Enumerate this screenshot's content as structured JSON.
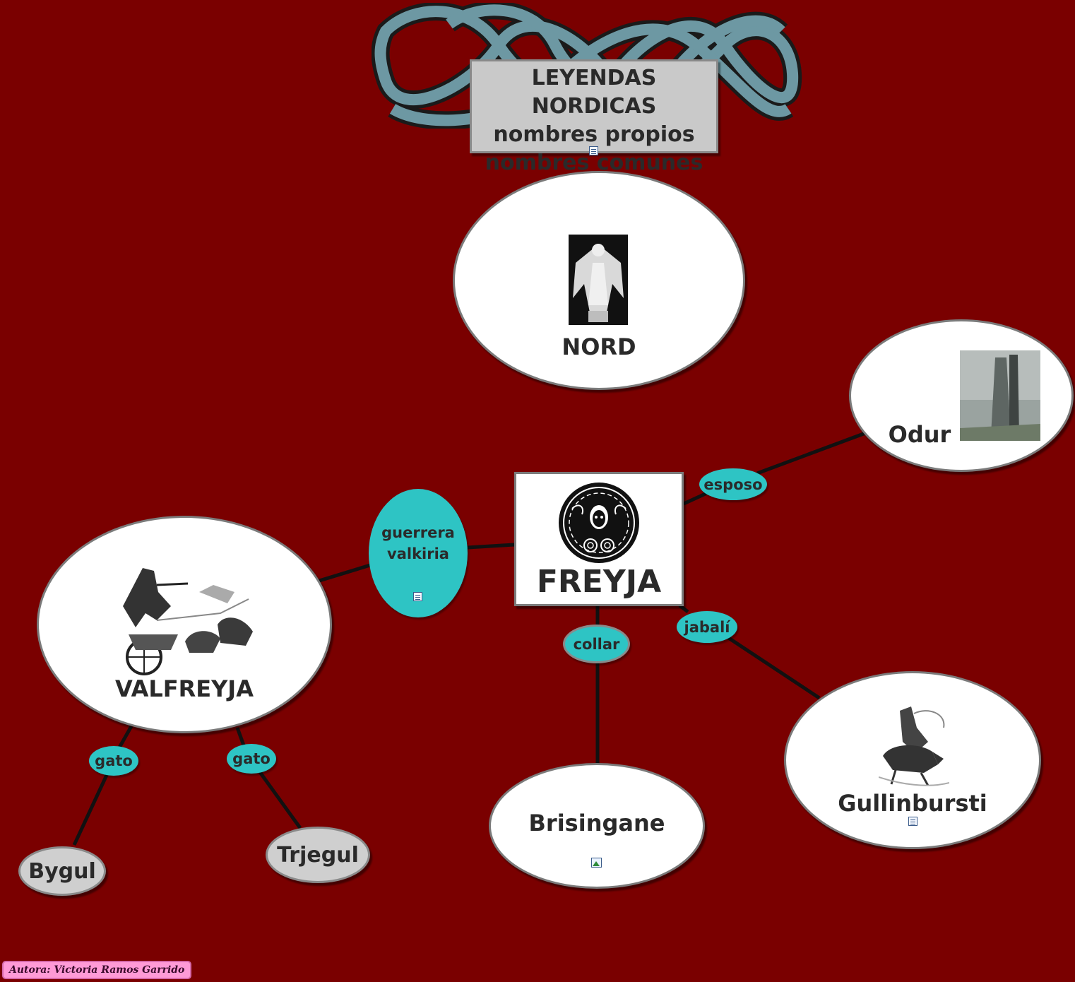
{
  "title": {
    "lines": [
      "LEYENDAS NORDICAS",
      "nombres propios",
      "nombres comunes"
    ]
  },
  "concepts": {
    "nord": "NORD",
    "odur": "Odur",
    "freyja": "FREYJA",
    "valfreyja": "VALFREYJA",
    "brisingane": "Brisingane",
    "gullinbursti": "Gullinbursti",
    "bygul": "Bygul",
    "trjegul": "Trjegul"
  },
  "links": {
    "esposo": "esposo",
    "guerrera": [
      "guerrera",
      "valkiria"
    ],
    "collar": "collar",
    "jabali": "jabalí",
    "gato_left": "gato",
    "gato_right": "gato"
  },
  "author": "Autora: Victoria Ramos Garrido",
  "colors": {
    "background": "#7a0000",
    "link_bubble": "#2ec4c4",
    "node_fill": "#ffffff",
    "leaf_fill": "#cfcfcf",
    "author_badge": "#ff9ad6"
  },
  "icons": [
    "celtic-knot-icon",
    "document-icon",
    "image-icon"
  ]
}
